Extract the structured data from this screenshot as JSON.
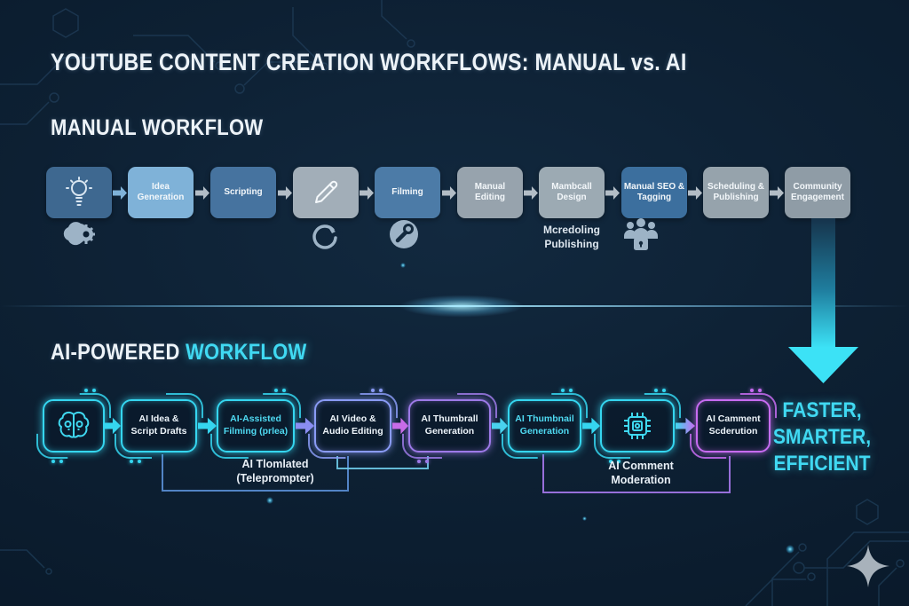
{
  "title": "YOUTUBE CONTENT CREATION WORKFLOWS: MANUAL vs. AI",
  "colors": {
    "background": "#0d2033",
    "accent_cyan": "#40d9f2",
    "accent_purple": "#8a9bf5",
    "accent_magenta": "#c86cf2"
  },
  "manual_workflow": {
    "heading": "MANUAL WORKFLOW",
    "steps": [
      {
        "icon": "lightbulb-icon",
        "color": "#3e6890"
      },
      {
        "label": "Idea Generation",
        "color": "#7fb2d8"
      },
      {
        "label": "Scripting",
        "color": "#46739f"
      },
      {
        "icon": "pencil-icon",
        "color": "#a2aeb8"
      },
      {
        "label": "Filming",
        "color": "#4c7ba7"
      },
      {
        "label": "Manual Editing",
        "color": "#97a3ad"
      },
      {
        "label": "Mambcall Design",
        "color": "#9caab3"
      },
      {
        "label": "Manual SEO & Tagging",
        "color": "#3c6f9e"
      },
      {
        "label": "Scheduling & Publishing",
        "color": "#96a3ac"
      },
      {
        "label": "Community Engagement",
        "color": "#8f9ca6"
      }
    ],
    "note": "Mcredoling Publishing",
    "arrow_colors": {
      "first": "#7fb2d8",
      "rest": "#b3bdc6"
    },
    "below_icons": [
      "brain-gear-icon",
      "refresh-icon",
      "wrench-icon",
      "people-lock-icon"
    ]
  },
  "ai_workflow": {
    "heading_primary": "AI-POWERED",
    "heading_accent": "WORKFLOW",
    "steps": [
      {
        "icon": "brain-icon",
        "color": "#35d6f0"
      },
      {
        "label": "AI Idea & Script Drafts",
        "color": "#35d6f0",
        "text_color": "#eef5fb"
      },
      {
        "label": "AI-Assisted Filming (prlea)",
        "color": "#35d6f0",
        "text_color": "#4fdaf2"
      },
      {
        "label": "AI Video & Audio Editing",
        "color": "#8a9bf5",
        "text_color": "#eef5fb"
      },
      {
        "label": "AI Thumbrall Generation",
        "color": "#9d7ae8",
        "text_color": "#eef5fb"
      },
      {
        "label": "AI Thumbnail Generation",
        "color": "#35d6f0",
        "text_color": "#4fdaf2"
      },
      {
        "icon": "chip-icon",
        "color": "#35d6f0"
      },
      {
        "label": "AI Camment Scderution",
        "color": "#c86cf2",
        "text_color": "#eef5fb"
      }
    ],
    "arrows": [
      {
        "color": "#35d6f0"
      },
      {
        "color": "#35d6f0"
      },
      {
        "color": "#8a8df2"
      },
      {
        "color": "#c86ce8"
      },
      {
        "color": "#49d2ee"
      },
      {
        "color": "#35d6f0"
      },
      {
        "color": "linear-gradient(90deg,#3fd8f0,#c86cf2)"
      }
    ],
    "notes": [
      {
        "text": "AI Tlomlated (Teleprompter)"
      },
      {
        "text": "AI Comment Moderation"
      }
    ]
  },
  "result": {
    "line1": "FASTER,",
    "line2": "SMARTER,",
    "line3": "EFFICIENT"
  }
}
